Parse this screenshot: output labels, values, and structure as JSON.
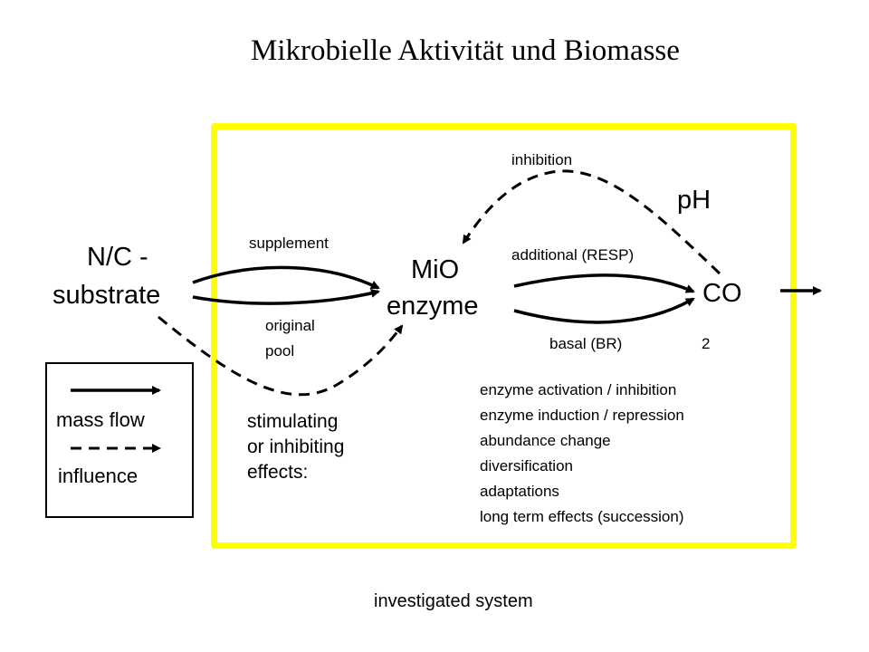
{
  "title": "Mikrobielle Aktivität und Biomasse",
  "nodes": {
    "substrate_line1": "N/C -",
    "substrate_line2": "substrate",
    "mio_line1": "MiO",
    "mio_line2": "enzyme",
    "co": "CO",
    "co_sub": "2",
    "ph": "pH"
  },
  "edge_labels": {
    "supplement": "supplement",
    "original_line1": "original",
    "original_line2": "pool",
    "inhibition": "inhibition",
    "additional": "additional (RESP)",
    "basal": "basal (BR)"
  },
  "effects": {
    "heading_lines": [
      "stimulating",
      "or inhibiting",
      "effects:"
    ],
    "items": [
      "enzyme activation / inhibition",
      "enzyme induction / repression",
      "abundance change",
      "diversification",
      "adaptations",
      "long term effects (succession)"
    ]
  },
  "legend": {
    "mass_flow": "mass flow",
    "influence": "influence"
  },
  "system_label": "investigated system",
  "colors": {
    "system_border": "#ffff00",
    "ink": "#000000"
  }
}
